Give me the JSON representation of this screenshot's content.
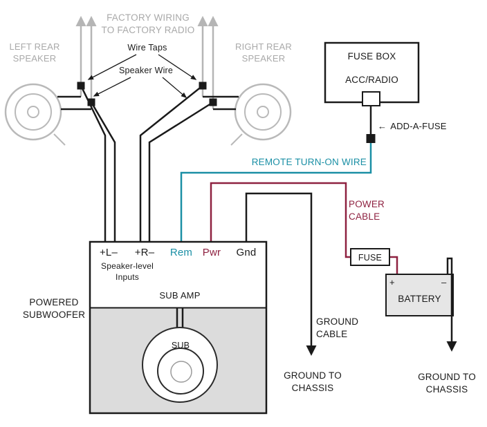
{
  "colors": {
    "remote_wire": "#1a8fa5",
    "power_wire": "#8e2140",
    "factory_gray": "#b5b5b5"
  },
  "top": {
    "factory_wiring_label": "FACTORY WIRING\nTO FACTORY RADIO",
    "wire_taps_label": "Wire Taps",
    "speaker_wire_label": "Speaker Wire",
    "left_speaker_label": "LEFT REAR\nSPEAKER",
    "right_speaker_label": "RIGHT REAR\nSPEAKER"
  },
  "fuse_box": {
    "title": "FUSE BOX",
    "circuit": "ACC/RADIO",
    "add_a_fuse_arrow": "←",
    "add_a_fuse_label": "ADD-A-FUSE"
  },
  "wires": {
    "remote_label": "REMOTE TURN-ON WIRE",
    "power_label": "POWER\nCABLE",
    "ground_cable_label": "GROUND\nCABLE",
    "ground_chassis_left_label": "GROUND TO\nCHASSIS",
    "ground_chassis_right_label": "GROUND TO\nCHASSIS"
  },
  "power_side": {
    "fuse_label": "FUSE",
    "battery_label": "BATTERY",
    "battery_plus": "+",
    "battery_minus": "–"
  },
  "amp": {
    "name_label": "POWERED\nSUBWOOFER",
    "terminals": [
      {
        "label": "+L–",
        "color": "#1a1a1a"
      },
      {
        "label": "+R–",
        "color": "#1a1a1a"
      },
      {
        "label": "Rem",
        "color": "#1a8fa5"
      },
      {
        "label": "Pwr",
        "color": "#8e2140"
      },
      {
        "label": "Gnd",
        "color": "#1a1a1a"
      }
    ],
    "inputs_label": "Speaker-level\nInputs",
    "amp_label": "SUB AMP",
    "sub_label": "SUB"
  }
}
